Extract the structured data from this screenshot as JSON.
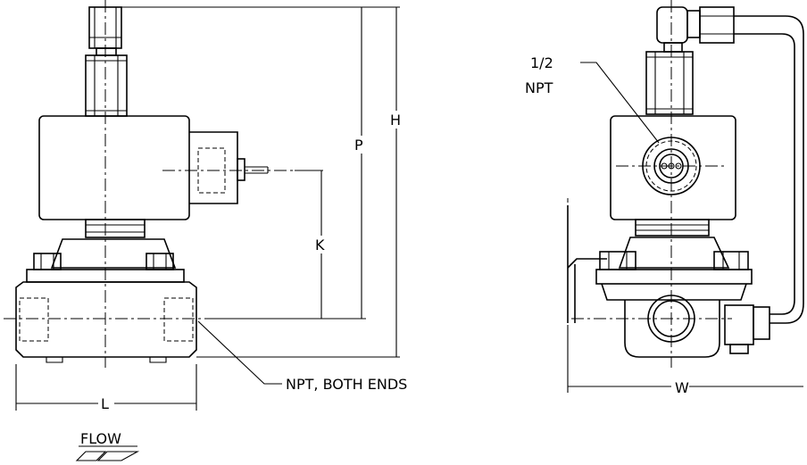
{
  "labels": {
    "p": "P",
    "h": "H",
    "k": "K",
    "l": "L",
    "w": "W",
    "npt_both_ends": "NPT, BOTH ENDS",
    "pipe_size": "1/2",
    "pipe_thread": "NPT",
    "flow": "FLOW"
  }
}
